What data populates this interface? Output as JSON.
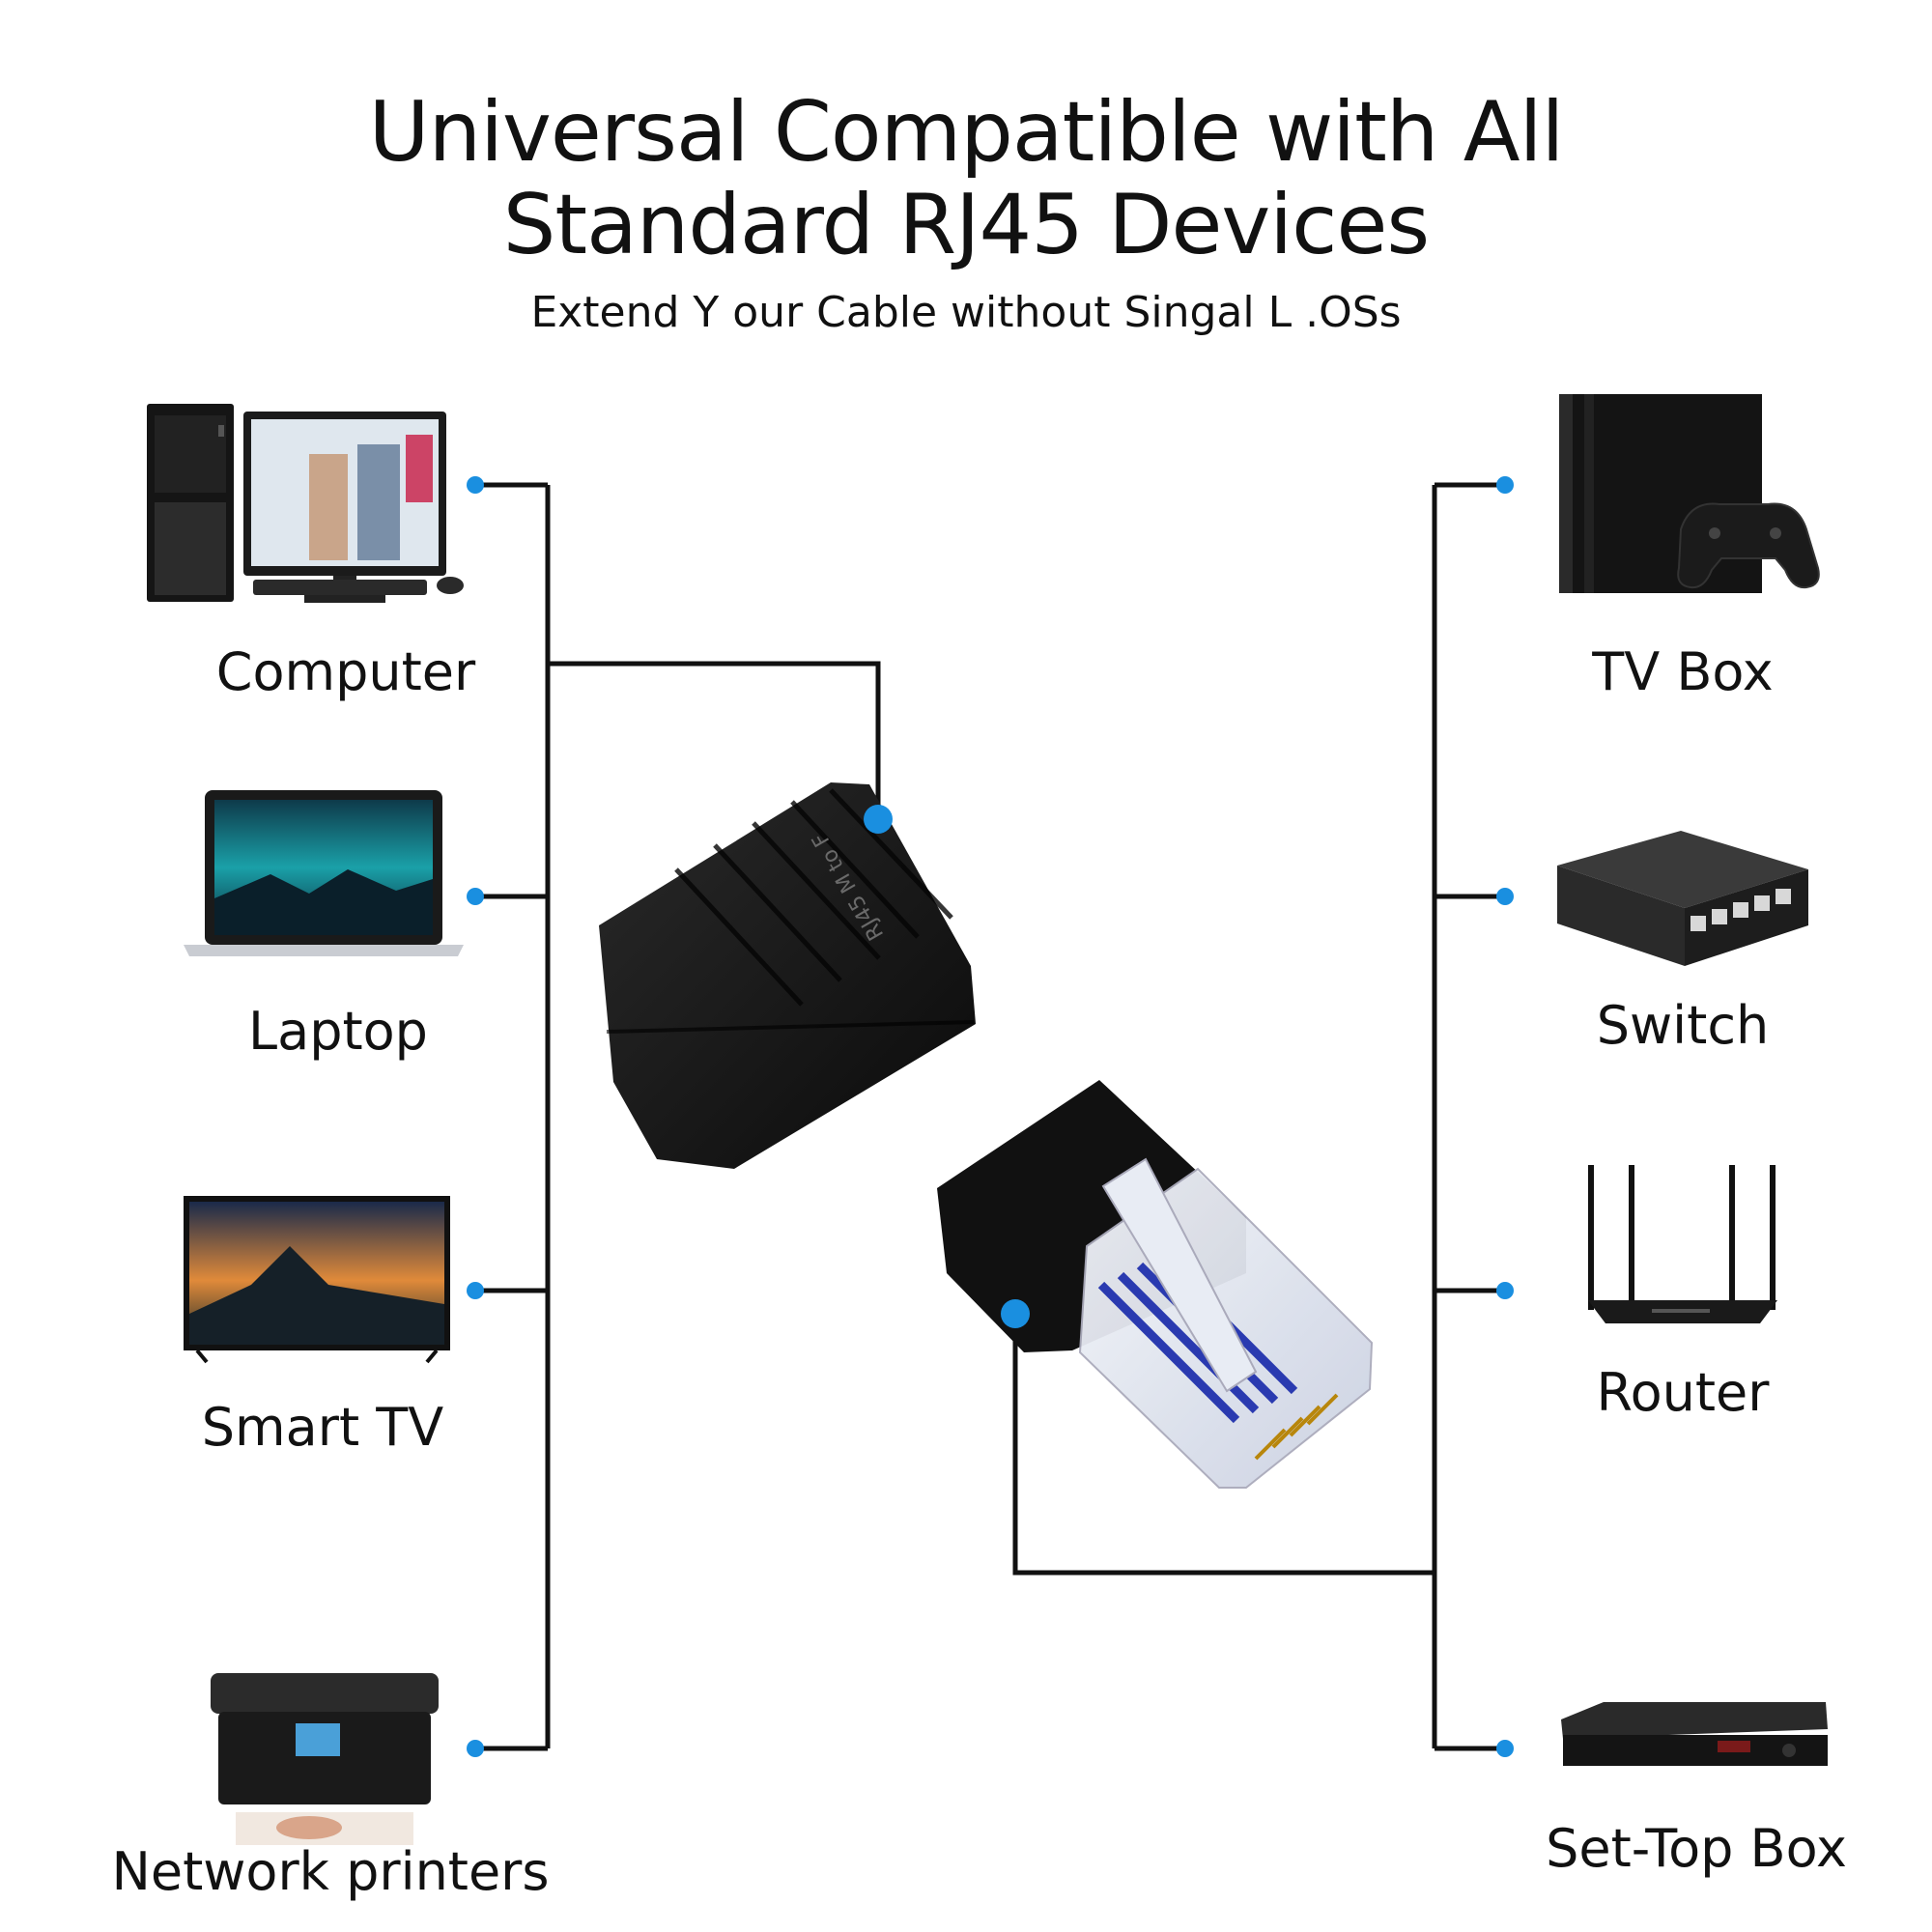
{
  "title_line1": "Universal Compatible with All",
  "title_line2": "Standard RJ45 Devices",
  "subtitle": "Extend Y our Cable without Singal L .OSs",
  "adapter_marking": "RJ45 M to F",
  "accent_color": "#1a8fe0",
  "line_color": "#111111",
  "left_devices": [
    {
      "label": "Computer",
      "icon": "desktop-computer-icon"
    },
    {
      "label": "Laptop",
      "icon": "laptop-icon"
    },
    {
      "label": "Smart TV",
      "icon": "smart-tv-icon"
    },
    {
      "label": "Network printers",
      "icon": "printer-icon"
    }
  ],
  "right_devices": [
    {
      "label": "TV Box",
      "icon": "game-console-icon"
    },
    {
      "label": "Switch",
      "icon": "network-switch-icon"
    },
    {
      "label": "Router",
      "icon": "router-icon"
    },
    {
      "label": "Set-Top Box",
      "icon": "set-top-box-icon"
    }
  ]
}
